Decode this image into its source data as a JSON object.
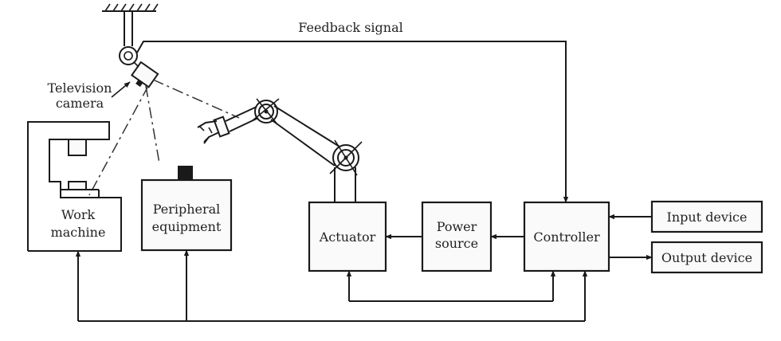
{
  "labels": {
    "feedback": "Feedback signal",
    "camera_line1": "Television",
    "camera_line2": "camera",
    "work_line1": "Work",
    "work_line2": "machine",
    "peripheral_line1": "Peripheral",
    "peripheral_line2": "equipment",
    "actuator": "Actuator",
    "power_line1": "Power",
    "power_line2": "source",
    "controller": "Controller",
    "input_device": "Input device",
    "output_device": "Output device"
  }
}
